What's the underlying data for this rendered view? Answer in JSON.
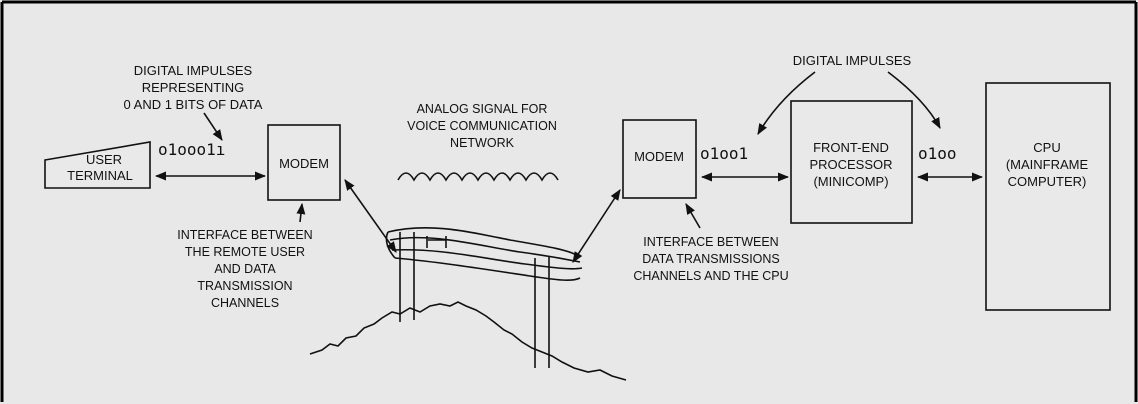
{
  "labels": {
    "digital_impulses_left": [
      "DIGITAL IMPULSES",
      "REPRESENTING",
      "0 AND 1 BITS OF DATA"
    ],
    "user_terminal": [
      "USER",
      "TERMINAL"
    ],
    "modem_left": "MODEM",
    "interface_left": [
      "INTERFACE BETWEEN",
      "THE REMOTE USER",
      "AND DATA",
      "TRANSMISSION",
      "CHANNELS"
    ],
    "analog_signal": [
      "ANALOG SIGNAL FOR",
      "VOICE COMMUNICATION",
      "NETWORK"
    ],
    "modem_right": "MODEM",
    "interface_right": [
      "INTERFACE BETWEEN",
      "DATA TRANSMISSIONS",
      "CHANNELS AND THE CPU"
    ],
    "digital_impulses_right": "DIGITAL IMPULSES",
    "front_end": [
      "FRONT-END",
      "PROCESSOR",
      "(MINICOMP)"
    ],
    "cpu": [
      "CPU",
      "(MAINFRAME",
      "COMPUTER)"
    ]
  },
  "pulse_bits": {
    "left": "o1ooo1ı",
    "right_1": "o1oo1",
    "right_2": "o1oo"
  }
}
